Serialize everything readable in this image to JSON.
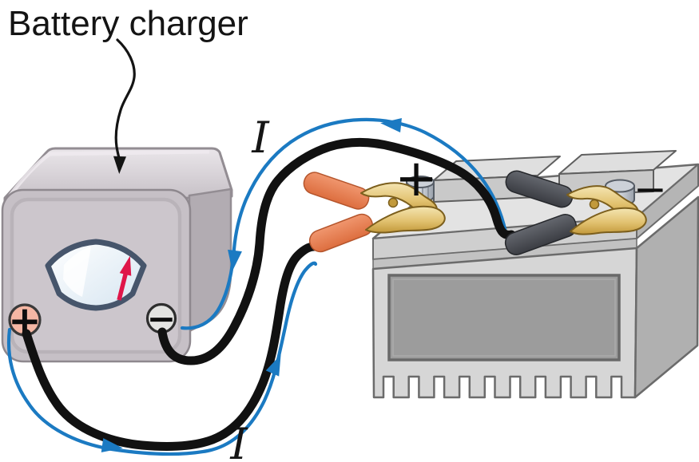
{
  "diagram": {
    "title": "Battery charger",
    "current_label_top": "I",
    "current_label_bottom": "I",
    "charger": {
      "positive_terminal_label": "+",
      "negative_terminal_label": "−"
    },
    "battery": {
      "positive_post_label": "+",
      "negative_post_label": "−"
    },
    "colors": {
      "current_arrow_blue": "#1b7ac2",
      "cable_black": "#111111",
      "meter_needle_red": "#df1649",
      "meter_border": "#46556b",
      "charger_body_gray": "#c6c0c6",
      "charger_positive_terminal_salmon": "#f5b7a4",
      "charger_negative_terminal_gray": "#e3e3e1",
      "clip_handle_orange": "#e87a50",
      "clip_handle_dark": "#50535a",
      "clip_brass": "#ddb254",
      "battery_body_gray": "#d6d6d6",
      "battery_panel_gray": "#9c9c9c"
    }
  }
}
